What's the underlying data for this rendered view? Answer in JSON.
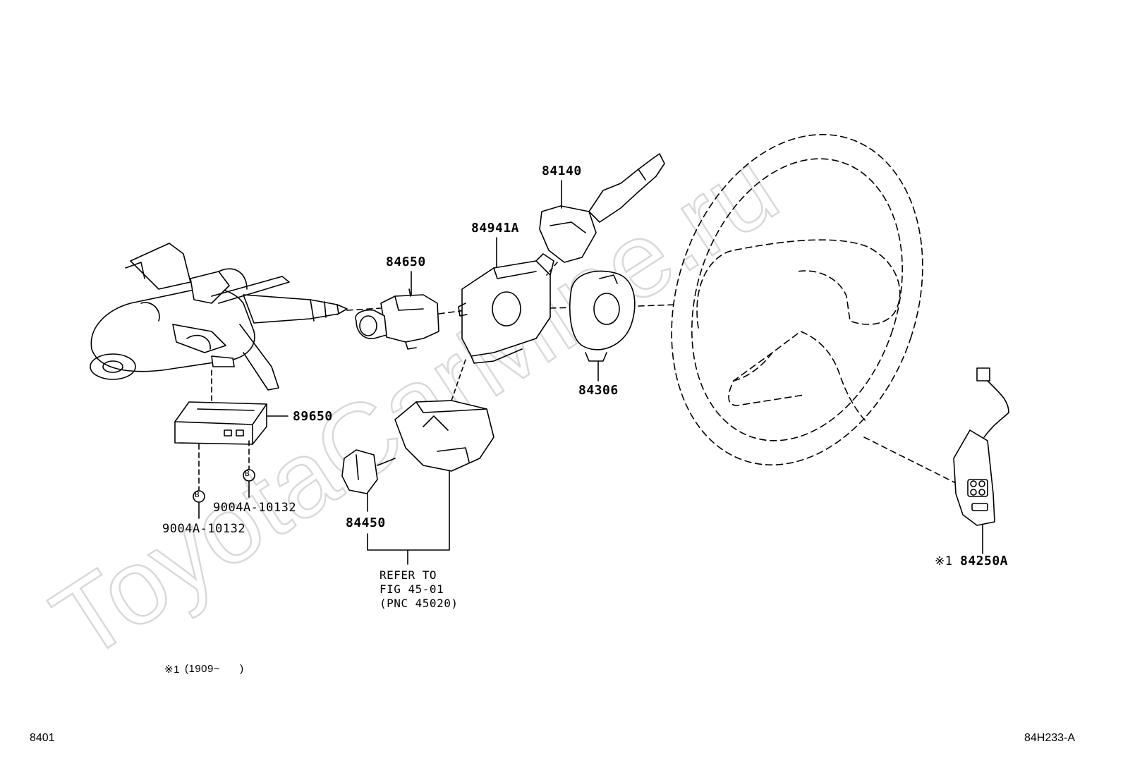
{
  "watermark": "ToyotaCarMine.ru",
  "parts": {
    "p84140": "84140",
    "p84941A": "84941A",
    "p84650": "84650",
    "p84306": "84306",
    "p89650": "89650",
    "p9004A_a": "9004A-10132",
    "p9004A_b": "9004A-10132",
    "p84450": "84450",
    "p84250A": "84250A",
    "note_mark": "※1",
    "ref_line1": "REFER TO",
    "ref_line2": "FIG 45-01",
    "ref_line3": "(PNC 45020)",
    "bolt_b1": "B",
    "bolt_b2": "B"
  },
  "footnote": {
    "mark": "※1",
    "text": "(1909~      )"
  },
  "corners": {
    "left_code": "8401",
    "right_code": "84H233-A"
  },
  "colors": {
    "line": "#000000",
    "watermark": "#d9d9d9"
  }
}
